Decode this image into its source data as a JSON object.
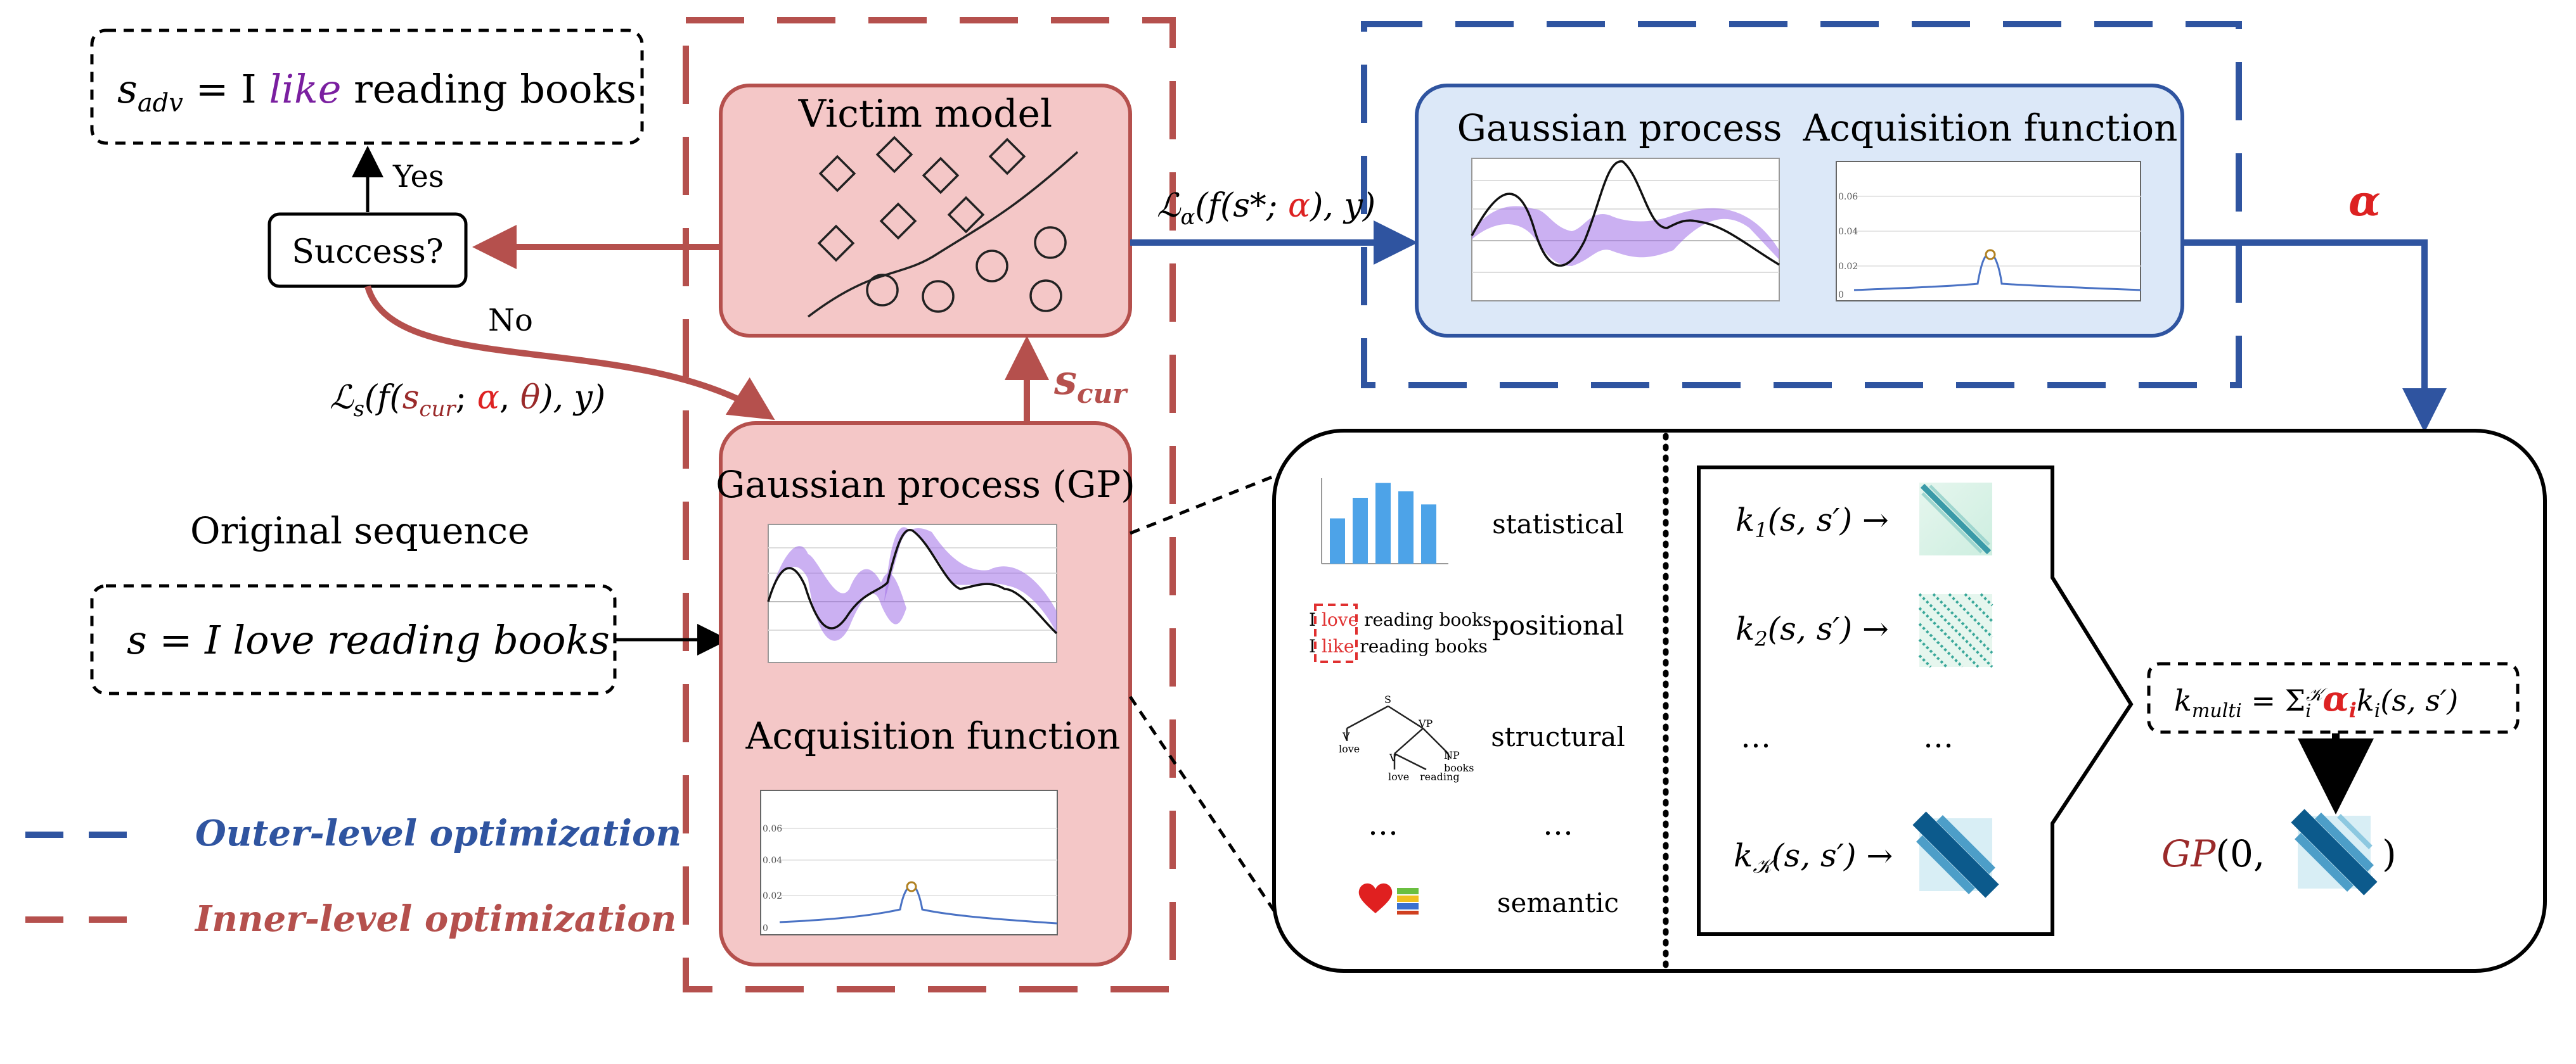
{
  "labels": {
    "s_adv_prefix": "s",
    "s_adv_sub": "adv",
    "s_adv_eq": " = I ",
    "s_adv_like": "like",
    "s_adv_rest": " reading books",
    "yes": "Yes",
    "no": "No",
    "success": "Success?",
    "loss_s_prefix": "ℒ",
    "loss_s_sub": "s",
    "loss_s_open": "(f(",
    "loss_s_scur": "s",
    "loss_s_scur_sub": "cur",
    "loss_s_semi": "; ",
    "loss_s_alpha": "α",
    "loss_s_comma": ", ",
    "loss_s_theta": "θ",
    "loss_s_close": "), y)",
    "original_sequence": "Original sequence",
    "s_orig": "s = I love reading books",
    "legend_outer": "Outer-level optimization",
    "legend_inner": "Inner-level optimization",
    "victim_model": "Victim model",
    "s_cur": "s",
    "s_cur_sub": "cur",
    "gp_title": "Gaussian process (GP)",
    "acq_title": "Acquisition function",
    "loss_a_prefix": "ℒ",
    "loss_a_sub": "α",
    "loss_a_open": "(f(s*; ",
    "loss_a_alpha": "α",
    "loss_a_close": "), y)",
    "outer_gp": "Gaussian process",
    "outer_acq": "Acquisition function",
    "alpha": "α",
    "kernel_statistical": "statistical",
    "kernel_positional": "positional",
    "kernel_structural": "structural",
    "kernel_semantic": "semantic",
    "dots": "…",
    "pos_line1_a": "I ",
    "pos_line1_b": "love",
    "pos_line1_c": " reading books",
    "pos_line2_a": "I ",
    "pos_line2_b": "like",
    "pos_line2_c": " reading books",
    "k1": "k",
    "k1_sub": "1",
    "k1_args": "(s, s′) →",
    "k2": "k",
    "k2_sub": "2",
    "k2_args": "(s, s′) →",
    "kK": "k",
    "kK_sub": "𝒦",
    "kK_args": "(s, s′) →",
    "kmulti_k": "k",
    "kmulti_sub": "multi",
    "kmulti_eq": " = Σ",
    "kmulti_sub_i": "i",
    "kmulti_sup": "𝒦",
    "kmulti_alpha": "α",
    "kmulti_alpha_sub": "i",
    "kmulti_rest": "k",
    "kmulti_rest_sub": "i",
    "kmulti_args": "(s, s′)",
    "gp_final_prefix": "GP",
    "gp_final_open": "(0,",
    "gp_final_close": ")",
    "tree_s": "S",
    "tree_vp": "VP",
    "tree_v": "V",
    "tree_np": "NP",
    "tree_n": "N",
    "tree_love": "love",
    "tree_reading": "reading",
    "tree_books": "books",
    "acq_tick_1": "0.06",
    "acq_tick_2": "0.04",
    "acq_tick_3": "0.02",
    "acq_tick_4": "0"
  },
  "colors": {
    "inner": "#b5504d",
    "outer": "#2f54a0",
    "red_fill": "#f4c7c7",
    "blue_fill": "#dce8f8",
    "purple": "#8a2be2",
    "alpha_red": "#dd2222",
    "dark_red": "#9a2a2a",
    "bar_blue": "#4da3e8"
  },
  "stat_bars": [
    0.55,
    0.8,
    0.98,
    0.88,
    0.72
  ]
}
